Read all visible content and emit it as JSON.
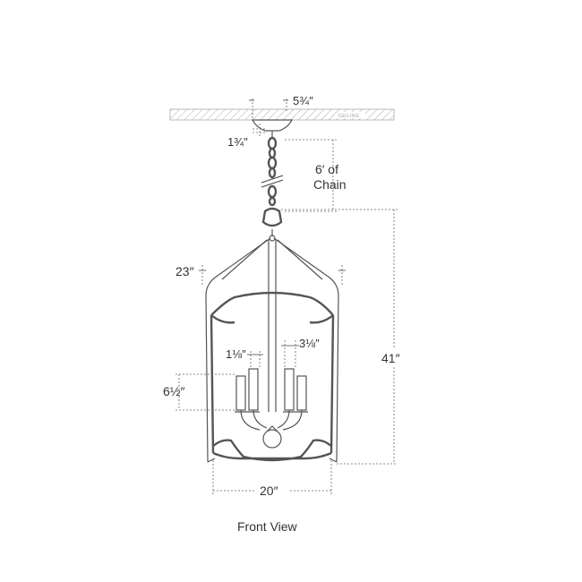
{
  "ceiling_label": "CEILING",
  "dimensions": {
    "canopy_width": "5¾″",
    "canopy_height": "1¾″",
    "chain": "6′ of",
    "chain_unit": "Chain",
    "top_width": "23″",
    "overall_height": "41″",
    "candle_diameter": "1⅛″",
    "candle_spacing": "3⅛″",
    "candle_height": "6½″",
    "bottom_width": "20″"
  },
  "caption": "Front View"
}
